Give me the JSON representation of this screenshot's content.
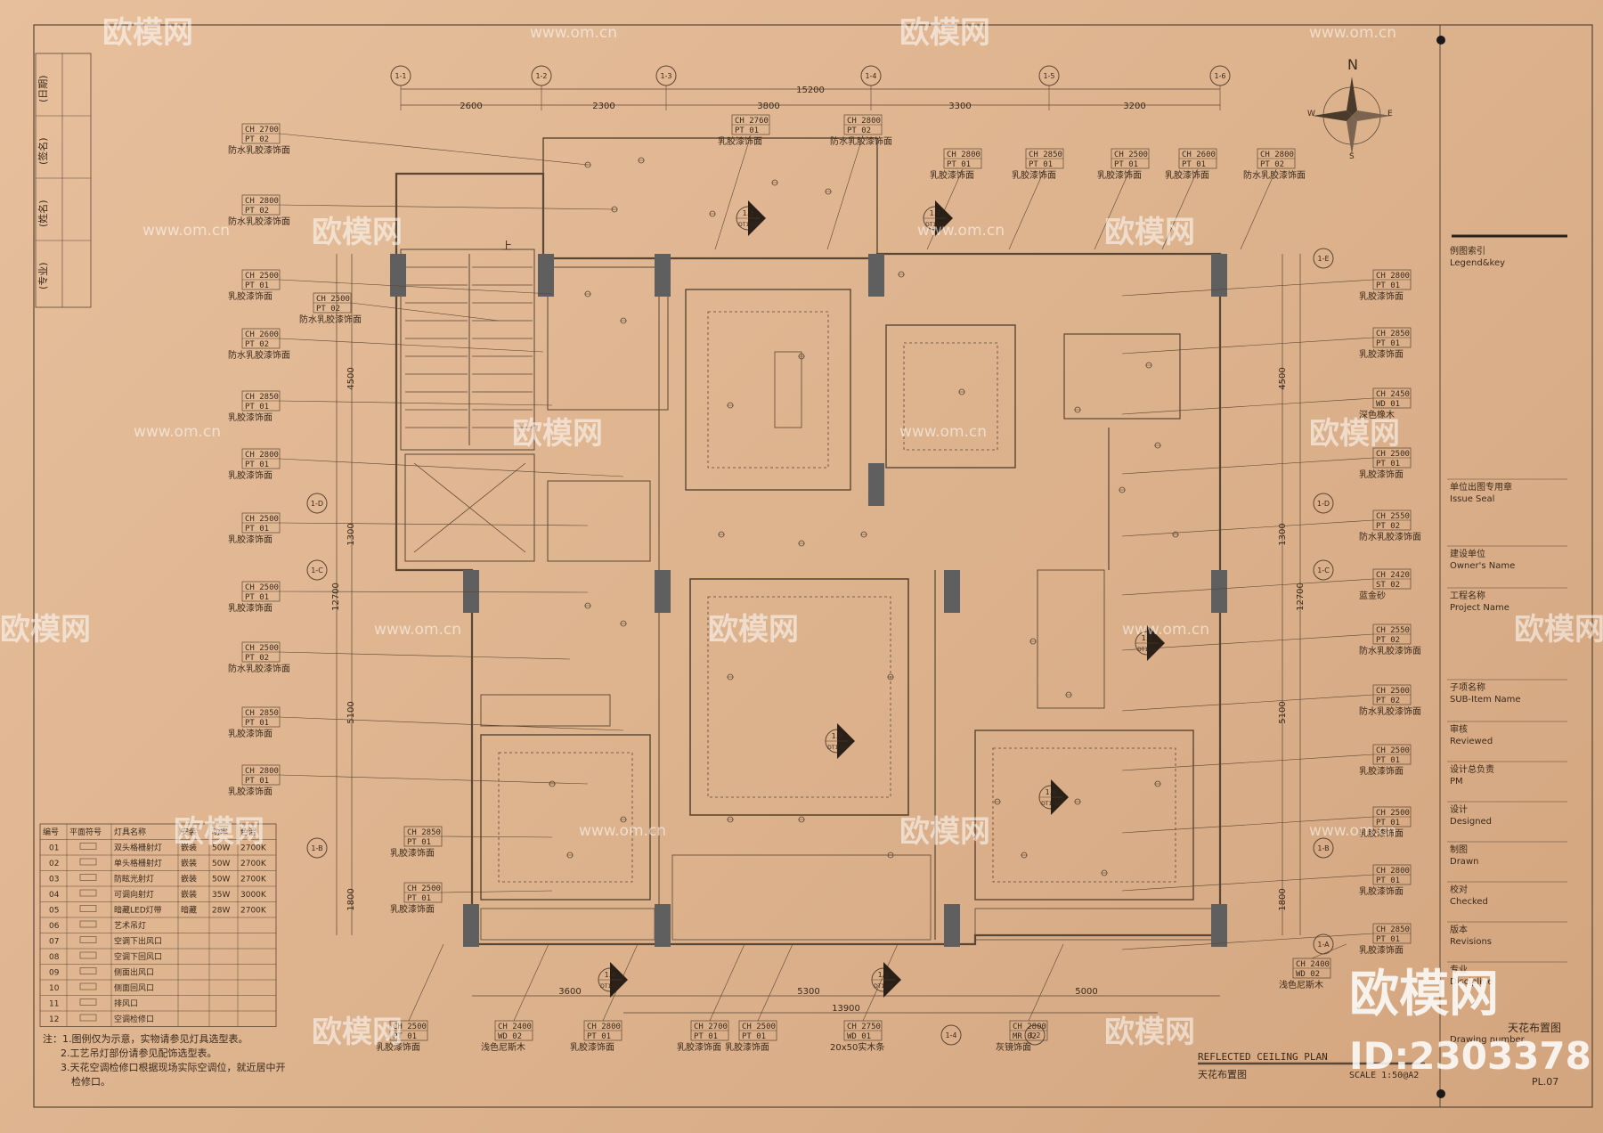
{
  "side_labels": [
    "(日期)",
    "(签名)",
    "(姓名)",
    "(专业)"
  ],
  "grid_bubbles": {
    "top": [
      "1-1",
      "1-2",
      "1-3",
      "1-4",
      "1-5",
      "1-6"
    ],
    "right": [
      "1-E",
      "1-D",
      "1-C",
      "1-B",
      "1-A"
    ],
    "left": [
      "1-D",
      "1-C",
      "1-B"
    ],
    "bottom": [
      "1-2",
      "1-4"
    ]
  },
  "dimensions": {
    "top_total": "15200",
    "top_segments": [
      "2600",
      "2300",
      "3800",
      "3300",
      "3200"
    ],
    "left_total": "12700",
    "left_segments": [
      "4500",
      "1300",
      "5100",
      "1800"
    ],
    "right_total": "12700",
    "right_segments": [
      "4500",
      "1300",
      "5100",
      "1800"
    ],
    "bottom_total": "13900",
    "bottom_segments": [
      "3600",
      "5300",
      "5000"
    ]
  },
  "tags_left": [
    {
      "ch": "CH 2700",
      "code": "PT 02",
      "desc": "防水乳胶漆饰面"
    },
    {
      "ch": "CH 2800",
      "code": "PT 02",
      "desc": "防水乳胶漆饰面"
    },
    {
      "ch": "CH 2500",
      "code": "PT 01",
      "desc": "乳胶漆饰面"
    },
    {
      "ch": "CH 2600",
      "code": "PT 02",
      "desc": "防水乳胶漆饰面"
    },
    {
      "ch": "CH 2850",
      "code": "PT 01",
      "desc": "乳胶漆饰面"
    },
    {
      "ch": "CH 2800",
      "code": "PT 01",
      "desc": "乳胶漆饰面"
    },
    {
      "ch": "CH 2500",
      "code": "PT 01",
      "desc": "乳胶漆饰面"
    },
    {
      "ch": "CH 2500",
      "code": "PT 01",
      "desc": "乳胶漆饰面"
    },
    {
      "ch": "CH 2500",
      "code": "PT 02",
      "desc": "防水乳胶漆饰面"
    },
    {
      "ch": "CH 2850",
      "code": "PT 01",
      "desc": "乳胶漆饰面"
    },
    {
      "ch": "CH 2800",
      "code": "PT 01",
      "desc": "乳胶漆饰面"
    }
  ],
  "tag_left_extra": {
    "ch": "CH 2500",
    "code": "PT 02",
    "desc": "防水乳胶漆饰面"
  },
  "tags_top": [
    {
      "ch": "CH 2760",
      "code": "PT 01",
      "desc": "乳胶漆饰面"
    },
    {
      "ch": "CH 2800",
      "code": "PT 02",
      "desc": "防水乳胶漆饰面"
    },
    {
      "ch": "CH 2800",
      "code": "PT 01",
      "desc": "乳胶漆饰面"
    },
    {
      "ch": "CH 2850",
      "code": "PT 01",
      "desc": "乳胶漆饰面"
    },
    {
      "ch": "CH 2500",
      "code": "PT 01",
      "desc": "乳胶漆饰面"
    },
    {
      "ch": "CH 2600",
      "code": "PT 01",
      "desc": "乳胶漆饰面"
    },
    {
      "ch": "CH 2800",
      "code": "PT 02",
      "desc": "防水乳胶漆饰面"
    }
  ],
  "tags_right": [
    {
      "ch": "CH 2800",
      "code": "PT 01",
      "desc": "乳胶漆饰面"
    },
    {
      "ch": "CH 2850",
      "code": "PT 01",
      "desc": "乳胶漆饰面"
    },
    {
      "ch": "CH 2450",
      "code": "WD 01",
      "desc": "深色橡木"
    },
    {
      "ch": "CH 2500",
      "code": "PT 01",
      "desc": "乳胶漆饰面"
    },
    {
      "ch": "CH 2550",
      "code": "PT 02",
      "desc": "防水乳胶漆饰面"
    },
    {
      "ch": "CH 2420",
      "code": "ST 02",
      "desc": "蓝金砂"
    },
    {
      "ch": "CH 2550",
      "code": "PT 02",
      "desc": "防水乳胶漆饰面"
    },
    {
      "ch": "CH 2500",
      "code": "PT 02",
      "desc": "防水乳胶漆饰面"
    },
    {
      "ch": "CH 2500",
      "code": "PT 01",
      "desc": "乳胶漆饰面"
    },
    {
      "ch": "CH 2500",
      "code": "PT 01",
      "desc": "乳胶漆饰面"
    },
    {
      "ch": "CH 2800",
      "code": "PT 01",
      "desc": "乳胶漆饰面"
    },
    {
      "ch": "CH 2850",
      "code": "PT 01",
      "desc": "乳胶漆饰面"
    }
  ],
  "tags_inner": [
    {
      "ch": "CH 2850",
      "code": "PT 01",
      "desc": "乳胶漆饰面"
    },
    {
      "ch": "CH 2500",
      "code": "PT 01",
      "desc": "乳胶漆饰面"
    }
  ],
  "tags_bottom": [
    {
      "ch": "CH 2500",
      "code": "PT 01",
      "desc": "乳胶漆饰面"
    },
    {
      "ch": "CH 2400",
      "code": "WD 02",
      "desc": "浅色尼斯木"
    },
    {
      "ch": "CH 2800",
      "code": "PT 01",
      "desc": "乳胶漆饰面"
    },
    {
      "ch": "CH 2700",
      "code": "PT 01",
      "desc": "乳胶漆饰面"
    },
    {
      "ch": "CH 2500",
      "code": "PT 01",
      "desc": "乳胶漆饰面"
    },
    {
      "ch": "CH 2750",
      "code": "WD 01",
      "desc": "20x50实木条"
    },
    {
      "ch": "CH 2800",
      "code": "MR 02",
      "desc": "灰镜饰面"
    },
    {
      "ch": "CH 2400",
      "code": "WD 02",
      "desc": "浅色尼斯木"
    }
  ],
  "section_markers": [
    {
      "num": "1.3",
      "ref": "DT1.02"
    },
    {
      "num": "1.7",
      "ref": "DT1.02"
    },
    {
      "num": "1.5",
      "ref": "DT1.02"
    },
    {
      "num": "1.9",
      "ref": "DT1.02"
    },
    {
      "num": "1.6",
      "ref": "DT1.02"
    },
    {
      "num": "1.4",
      "ref": "DT1.02"
    },
    {
      "num": "1.1",
      "ref": "DT1.02"
    }
  ],
  "stair_label": "上",
  "legend": {
    "headers": [
      "编号",
      "平面符号",
      "灯具名称",
      "安装",
      "功率",
      "色温"
    ],
    "rows": [
      {
        "no": "01",
        "name": "双头格栅射灯",
        "install": "嵌装",
        "power": "50W",
        "temp": "2700K"
      },
      {
        "no": "02",
        "name": "单头格栅射灯",
        "install": "嵌装",
        "power": "50W",
        "temp": "2700K"
      },
      {
        "no": "03",
        "name": "防眩光射灯",
        "install": "嵌装",
        "power": "50W",
        "temp": "2700K"
      },
      {
        "no": "04",
        "name": "可调向射灯",
        "install": "嵌装",
        "power": "35W",
        "temp": "3000K"
      },
      {
        "no": "05",
        "name": "暗藏LED灯带",
        "install": "暗藏",
        "power": "28W",
        "temp": "2700K"
      },
      {
        "no": "06",
        "name": "艺术吊灯",
        "install": "",
        "power": "",
        "temp": ""
      },
      {
        "no": "07",
        "name": "空调下出风口",
        "install": "",
        "power": "",
        "temp": ""
      },
      {
        "no": "08",
        "name": "空调下回风口",
        "install": "",
        "power": "",
        "temp": ""
      },
      {
        "no": "09",
        "name": "侧面出风口",
        "install": "",
        "power": "",
        "temp": ""
      },
      {
        "no": "10",
        "name": "侧面回风口",
        "install": "",
        "power": "",
        "temp": ""
      },
      {
        "no": "11",
        "name": "排风口",
        "install": "",
        "power": "",
        "temp": ""
      },
      {
        "no": "12",
        "name": "空调检修口",
        "install": "",
        "power": "",
        "temp": ""
      }
    ]
  },
  "notes": [
    "注：1.图例仅为示意，实物请参见灯具选型表。",
    "2.工艺吊灯部份请参见配饰选型表。",
    "3.天花空调检修口根据现场实际空调位，就近居中开",
    "检修口。"
  ],
  "title_block": {
    "items": [
      {
        "cn": "例图索引",
        "en": "Legend&key"
      },
      {
        "cn": "单位出图专用章",
        "en": "Issue Seal"
      },
      {
        "cn": "建设单位",
        "en": "Owner's Name"
      },
      {
        "cn": "工程名称",
        "en": "Project Name"
      },
      {
        "cn": "子项名称",
        "en": "SUB-Item Name"
      },
      {
        "cn": "审核",
        "en": "Reviewed"
      },
      {
        "cn": "设计总负责",
        "en": "PM"
      },
      {
        "cn": "设计",
        "en": "Designed"
      },
      {
        "cn": "制图",
        "en": "Drawn"
      },
      {
        "cn": "校对",
        "en": "Checked"
      },
      {
        "cn": "版本",
        "en": "Revisions"
      },
      {
        "cn": "专业",
        "en": "Discipline"
      }
    ],
    "drawing_number_label": "Drawing number",
    "drawing_title_cn": "天花布置图",
    "sheet_no": "PL.07"
  },
  "plan_title_en": "REFLECTED CEILING PLAN",
  "plan_title_cn": "天花布置图",
  "scale": "SCALE 1:50@A2",
  "north": {
    "n": "N",
    "e": "E",
    "w": "W",
    "s": "S"
  },
  "watermark": {
    "brand": "欧模网",
    "url": "www.om.cn"
  },
  "watermark_big": {
    "brand": "欧模网",
    "id": "ID:2303378"
  },
  "colors": {
    "paper": "#dcb28c",
    "ink": "#5a4634",
    "column": "#5f5f5f",
    "watermark": "#ffffff"
  }
}
